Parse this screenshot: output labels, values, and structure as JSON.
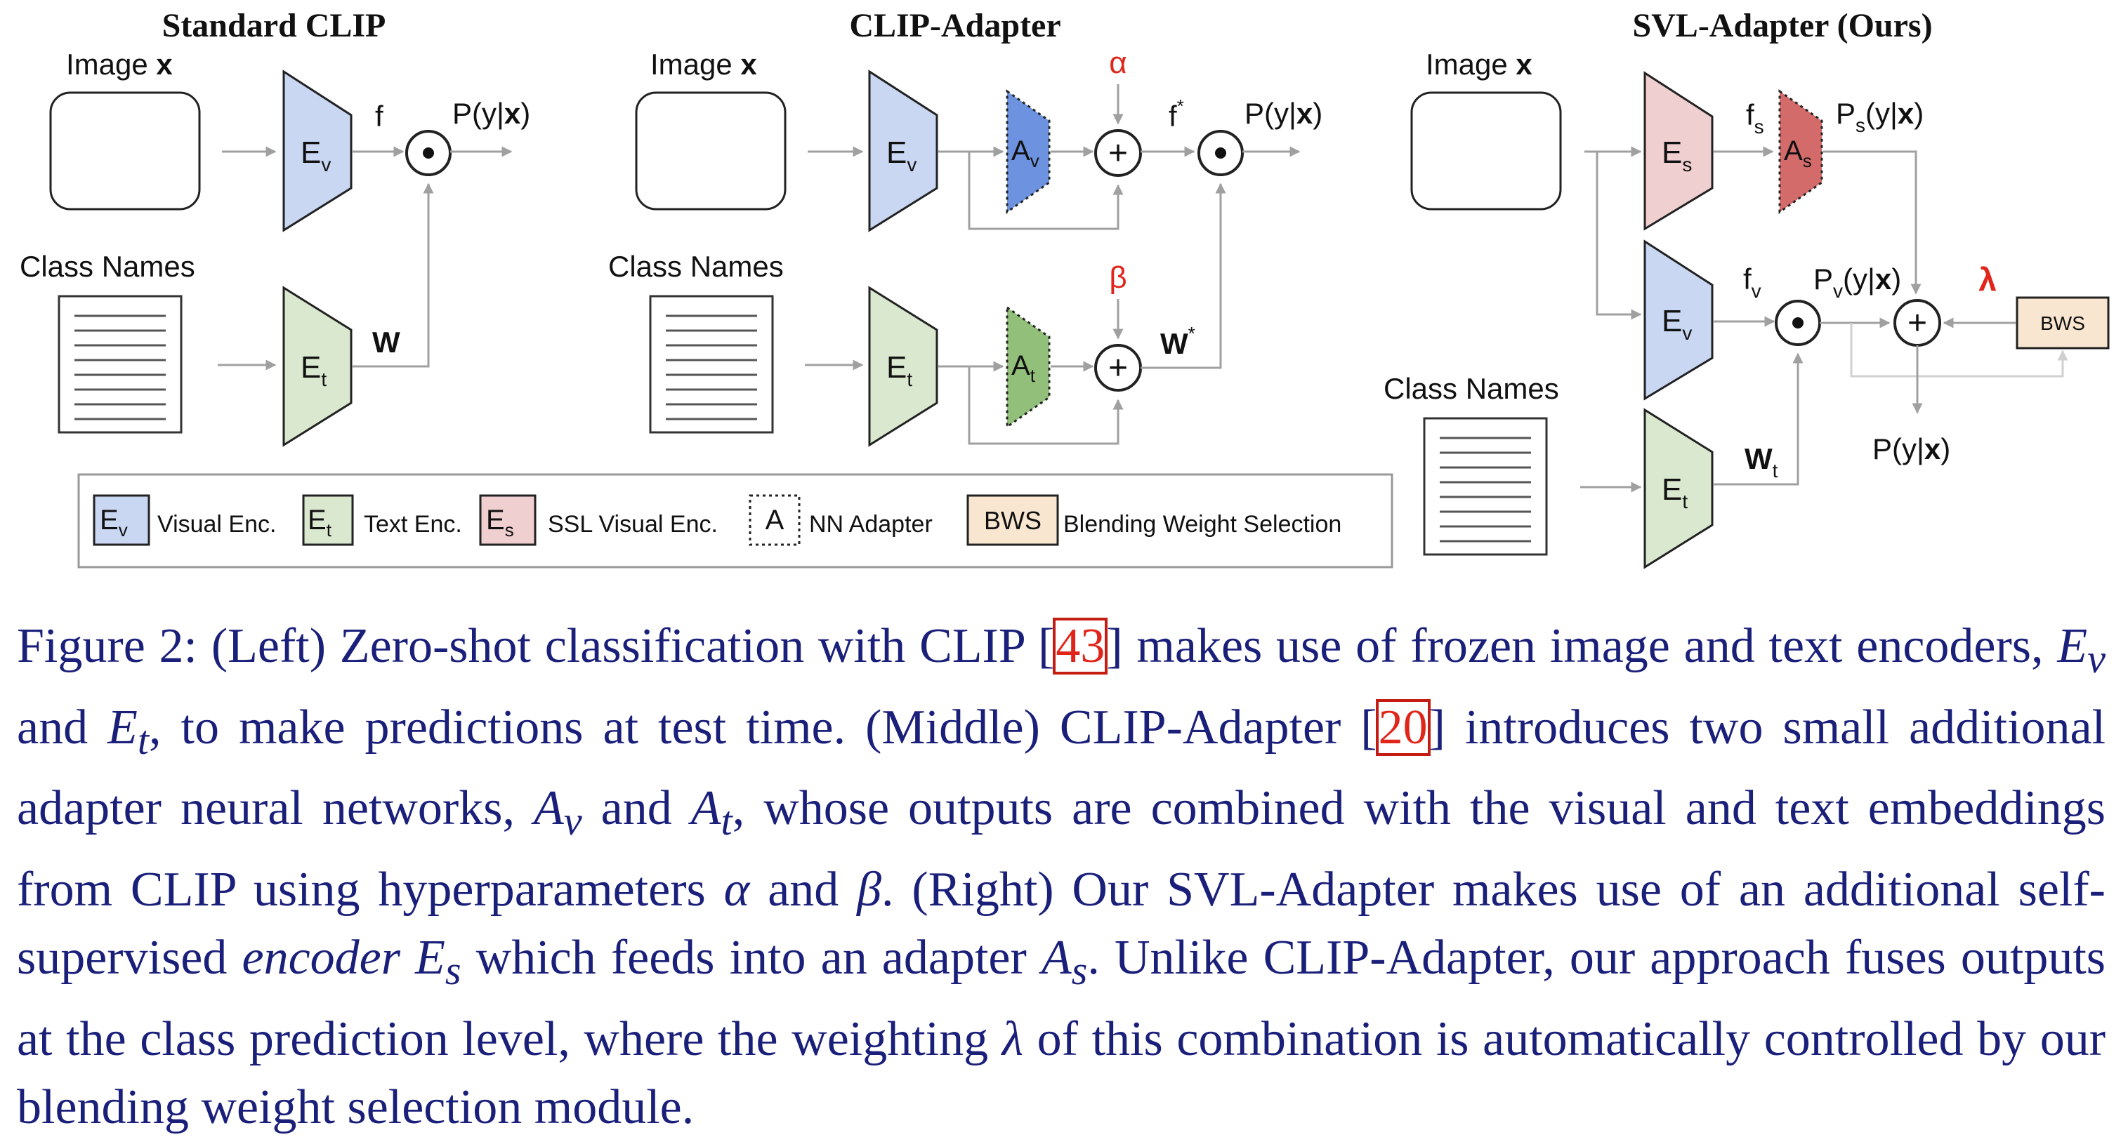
{
  "panels": {
    "standard_title": "Standard CLIP",
    "adapter_title": "CLIP-Adapter",
    "svl_title": "SVL-Adapter (Ours)"
  },
  "labels": {
    "image_prefix": "Image",
    "image_var": "x",
    "class_names": "Class Names",
    "f": "f",
    "f_sub_s": "s",
    "f_sub_v": "v",
    "f_star": "*",
    "W": "W",
    "W_star": "*",
    "W_sub_t": "t",
    "prob_prefix": "P(y|",
    "prob_var": "x",
    "prob_suffix": ")",
    "prob_sub_s": "s",
    "prob_sub_v": "v",
    "alpha": "α",
    "beta": "β",
    "lambda": "λ",
    "bws": "BWS",
    "plus": "+",
    "odot": "⊙"
  },
  "blocks": {
    "Ev": {
      "main": "E",
      "sub": "v"
    },
    "Et": {
      "main": "E",
      "sub": "t"
    },
    "Es": {
      "main": "E",
      "sub": "s"
    },
    "Av": {
      "main": "A",
      "sub": "v"
    },
    "At": {
      "main": "A",
      "sub": "t"
    },
    "As": {
      "main": "A",
      "sub": "s"
    }
  },
  "legend": {
    "visual_label": "Visual Enc.",
    "text_label": "Text Enc.",
    "ssl_label": "SSL Visual Enc.",
    "adapter_glyph": "A",
    "adapter_label": "NN Adapter",
    "bws_glyph": "BWS",
    "bws_label": "Blending Weight Selection"
  },
  "colors": {
    "visual_fill": "#c9d7f3",
    "text_fill": "#dbe8d0",
    "ssl_fill": "#efcfcf",
    "adapter_visual_fill": "#6d93e0",
    "adapter_text_fill": "#92c07a",
    "adapter_ssl_fill": "#d36b6b",
    "bws_fill": "#f8e6d0",
    "hyperparam_red": "#e0261b",
    "caption_blue": "#1a1f7a"
  },
  "caption": {
    "figure_label": "Figure 2:",
    "t1": "(Left) Zero-shot classification with CLIP [",
    "ref1": "43",
    "t2": "] makes use of frozen image and text encoders,",
    "Ev": "E",
    "Ev_sub": "v",
    "t3": "and",
    "Et": "E",
    "Et_sub": "t",
    "t4": ", to make predictions at test time.  (Middle) CLIP-Adapter [",
    "ref2": "20",
    "t5": "] introduces two small additional adapter neural networks,",
    "Av": "A",
    "Av_sub": "v",
    "t6": "and",
    "At": "A",
    "At_sub": "t",
    "t7": ", whose outputs are combined with the visual and text embeddings from CLIP using hyperparameters",
    "alpha": "α",
    "t8": "and",
    "beta": "β",
    "t9": ".  (Right) Our SVL-Adapter makes use of an additional self-supervised",
    "encoder_word": "encoder",
    "Es": "E",
    "Es_sub": "s",
    "t10": "which feeds into an adapter",
    "As": "A",
    "As_sub": "s",
    "t11": ".  Unlike CLIP-Adapter, our approach fuses outputs at the class prediction level, where the weighting",
    "lambda": "λ",
    "t12": "of this combination is automatically controlled by our blending weight selection module."
  }
}
